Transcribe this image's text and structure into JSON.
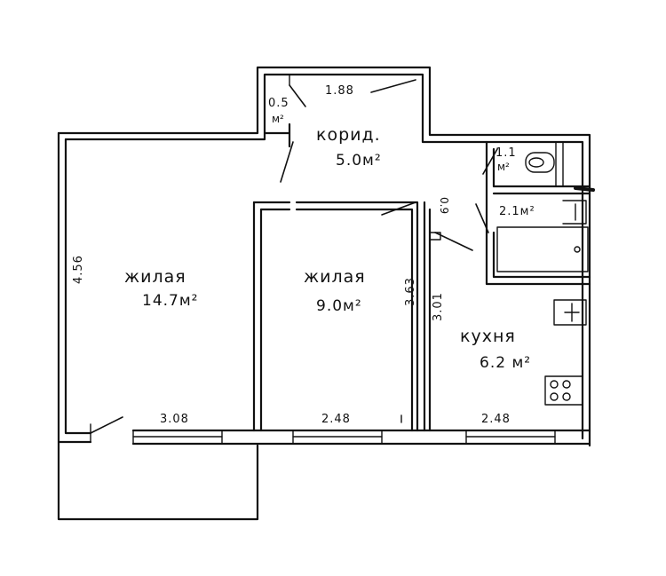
{
  "rooms": {
    "living_large": {
      "name": "жилая",
      "area": "14.7м²"
    },
    "living_small": {
      "name": "жилая",
      "area": "9.0м²"
    },
    "corridor": {
      "name": "корид.",
      "area": "5.0м²"
    },
    "kitchen": {
      "name": "кухня",
      "area": "6.2 м²"
    },
    "closet": {
      "value": "0.5",
      "unit": "м²"
    },
    "toilet": {
      "value": "1.1",
      "unit": "м²"
    },
    "bathroom": {
      "area": "2.1м²"
    }
  },
  "dimensions": {
    "corridor_width": "1.88",
    "large_room_depth": "4.56",
    "large_room_width": "3.08",
    "small_room_depth": "3.63",
    "small_room_width": "2.48",
    "kitchen_depth": "3.01",
    "kitchen_width": "2.48",
    "bath_passage": "0.9"
  }
}
